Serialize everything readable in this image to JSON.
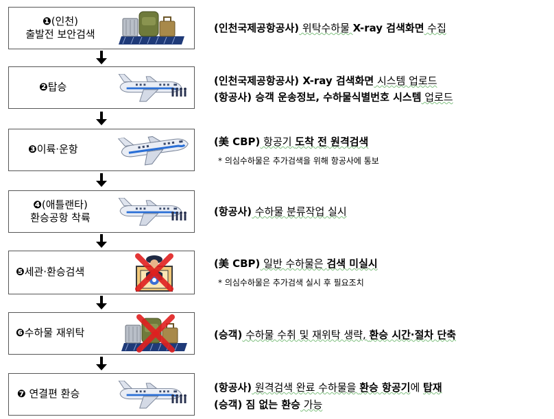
{
  "steps": [
    {
      "num": "❶",
      "line1": "(인천)",
      "line2": "출발전 보안검색"
    },
    {
      "num": "❷",
      "line1": "탑승",
      "line2": ""
    },
    {
      "num": "❸",
      "line1": "이륙·운항",
      "line2": ""
    },
    {
      "num": "❹",
      "line1": "(애틀랜타)",
      "line2": "환승공항 착륙"
    },
    {
      "num": "❺",
      "line1": "세관·환승검색",
      "line2": ""
    },
    {
      "num": "❻",
      "line1": "수하물 재위탁",
      "line2": ""
    },
    {
      "num": "❼",
      "line1": " 연결편 환승",
      "line2": ""
    }
  ],
  "descriptions": {
    "s1_l1_a": "(인천국제공항공사)",
    "s1_l1_b": " 위탁수하물 ",
    "s1_l1_c": "X-ray 검색화면",
    "s1_l1_d": " 수집",
    "s2_l1_a": "(인천국제공항공사)",
    "s2_l1_b": "  X-ray 검색화면",
    "s2_l1_c": " 시스템 업로드",
    "s2_l2_a": "(항공사) 승객 운송정보, 수하물식별번호 시스템",
    "s2_l2_b": " 업로드",
    "s3_l1_a": "(美 CBP)",
    "s3_l1_b": " 항공기 ",
    "s3_l1_c": "도착 전 원격검색",
    "s3_note": "* 의심수하물은 추가검색을 위해 항공사에 통보",
    "s4_l1_a": "(항공사)",
    "s4_l1_b": " 수하물 분류작업 실시",
    "s5_l1_a": "(美 CBP)",
    "s5_l1_b": " 일반 수하물은 ",
    "s5_l1_c": "검색 미실시",
    "s5_note": "* 의심수하물은 추가검색 실시 후 필요조치",
    "s6_l1_a": "(승객)",
    "s6_l1_b": " 수하물 수취 및 재위탁 생략, ",
    "s6_l1_c": "환승 시간·절차 단축",
    "s7_l1_a": "(항공사)",
    "s7_l1_b": " 원격검색 완료 수하물을 ",
    "s7_l1_c": "환승 항공기",
    "s7_l1_d": "에 ",
    "s7_l1_e": "탑재",
    "s7_l2_a": "(승객) 짐 없는 환승",
    "s7_l2_b": " 가능"
  },
  "icons": {
    "step1": "baggage-conveyor-icon",
    "step2": "airplane-passengers-icon",
    "step3": "airplane-flying-icon",
    "step4": "airplane-passengers-icon",
    "step5": "customs-officer-crossed-icon",
    "step6": "baggage-conveyor-crossed-icon",
    "step7": "airplane-passengers-icon"
  },
  "colors": {
    "cross": "#e02020",
    "plane_stripe": "#2a6fd6",
    "conveyor": "#1f3a78"
  }
}
